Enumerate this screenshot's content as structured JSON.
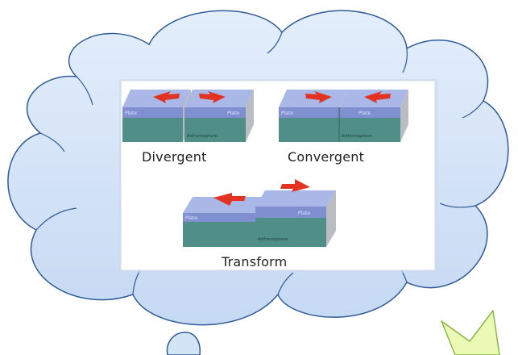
{
  "colors": {
    "cloud_fill": "#cfe0f6",
    "cloud_outline": "#2f5b96",
    "plate_top": "#aab8e8",
    "plate_side": "#7f8fd0",
    "mantle": "#4f8f88",
    "block_edge": "#b9bcc0",
    "arrow": "#e23222",
    "star_fill": "#eaf9b3",
    "star_outline": "#8db64a"
  },
  "figure": {
    "panels": [
      {
        "id": "divergent",
        "label": "Divergent",
        "plate_labels": [
          "Plate",
          "Plate"
        ],
        "layer_label": "Asthenosphere",
        "arrows": "apart"
      },
      {
        "id": "convergent",
        "label": "Convergent",
        "plate_labels": [
          "Plate",
          "Plate"
        ],
        "layer_label": "Asthenosphere",
        "arrows": "together"
      },
      {
        "id": "transform",
        "label": "Transform",
        "plate_labels": [
          "Plate",
          "Plate"
        ],
        "layer_label": "Asthenosphere",
        "arrows": "sliding-past"
      }
    ]
  }
}
